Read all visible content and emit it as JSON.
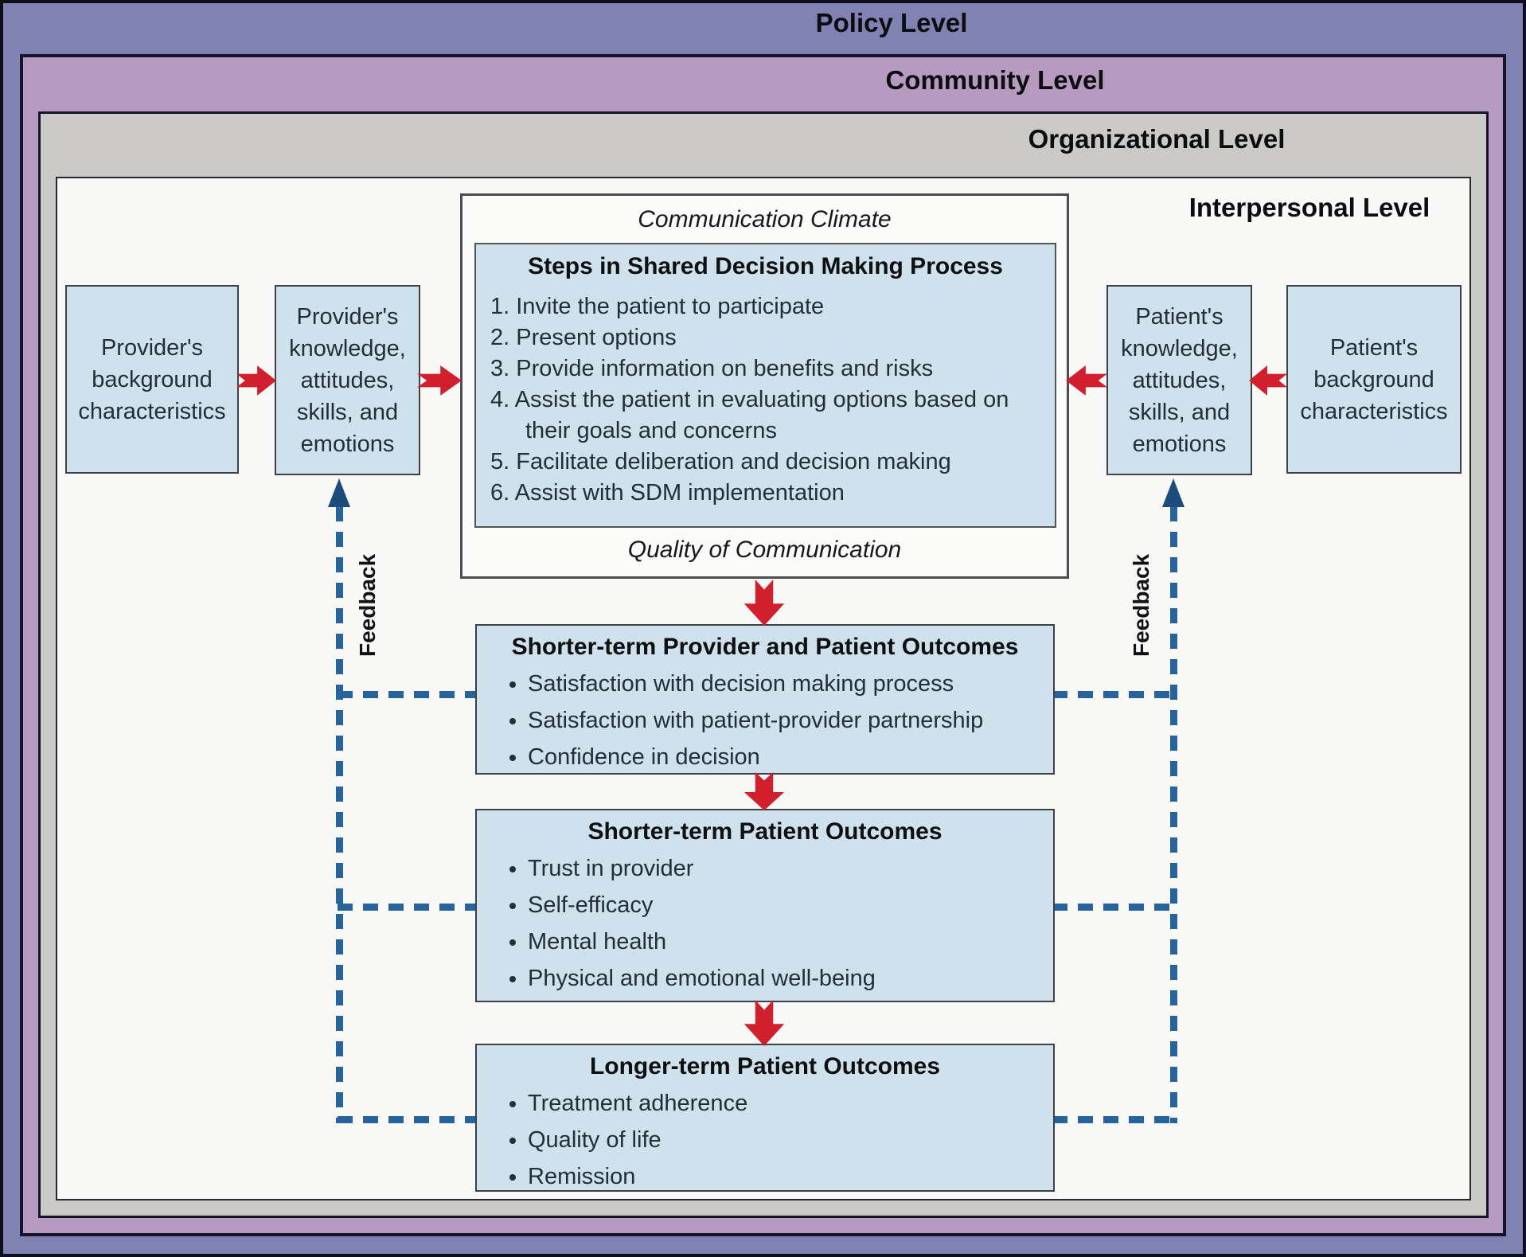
{
  "levels": {
    "policy": {
      "label": "Policy Level"
    },
    "community": {
      "label": "Community Level"
    },
    "organizational": {
      "label": "Organizational Level"
    },
    "interpersonal": {
      "label": "Interpersonal Level"
    }
  },
  "provider": {
    "background": "Provider's\nbackground\ncharacteristics",
    "knowledge": "Provider's\nknowledge,\nattitudes,\nskills, and\nemotions"
  },
  "patient": {
    "knowledge": "Patient's\nknowledge,\nattitudes,\nskills, and\nemotions",
    "background": "Patient's\nbackground\ncharacteristics"
  },
  "communication": {
    "climate_label": "Communication Climate",
    "quality_label": "Quality of Communication",
    "steps_title": "Steps in Shared Decision Making Process",
    "steps": [
      "1. Invite the patient to participate",
      "2. Present options",
      "3. Provide information on benefits and risks",
      "4. Assist the patient in evaluating options based on their goals and concerns",
      "5. Facilitate deliberation and decision making",
      "6. Assist with SDM implementation"
    ]
  },
  "outcomes": {
    "shorter_provider_patient": {
      "title": "Shorter-term Provider and Patient Outcomes",
      "items": [
        "Satisfaction with decision making process",
        "Satisfaction with patient-provider partnership",
        "Confidence in decision"
      ]
    },
    "shorter_patient": {
      "title": "Shorter-term Patient Outcomes",
      "items": [
        "Trust in provider",
        "Self-efficacy",
        "Mental health",
        "Physical and emotional well-being"
      ]
    },
    "longer_patient": {
      "title": "Longer-term Patient Outcomes",
      "items": [
        "Treatment adherence",
        "Quality of life",
        "Remission"
      ]
    }
  },
  "feedback": {
    "left": "Feedback",
    "right": "Feedback"
  },
  "colors": {
    "policy_fill": "#7f82b3",
    "community_fill": "#b79ac0",
    "organizational_fill": "#cbcac6",
    "interpersonal_fill": "#f8f8f6",
    "box_fill": "#cfe1ec",
    "arrow_red": "#d11f2e",
    "feedback_dash_blue": "#27639c",
    "feedback_arrowhead_navy": "#1c4b7c"
  }
}
